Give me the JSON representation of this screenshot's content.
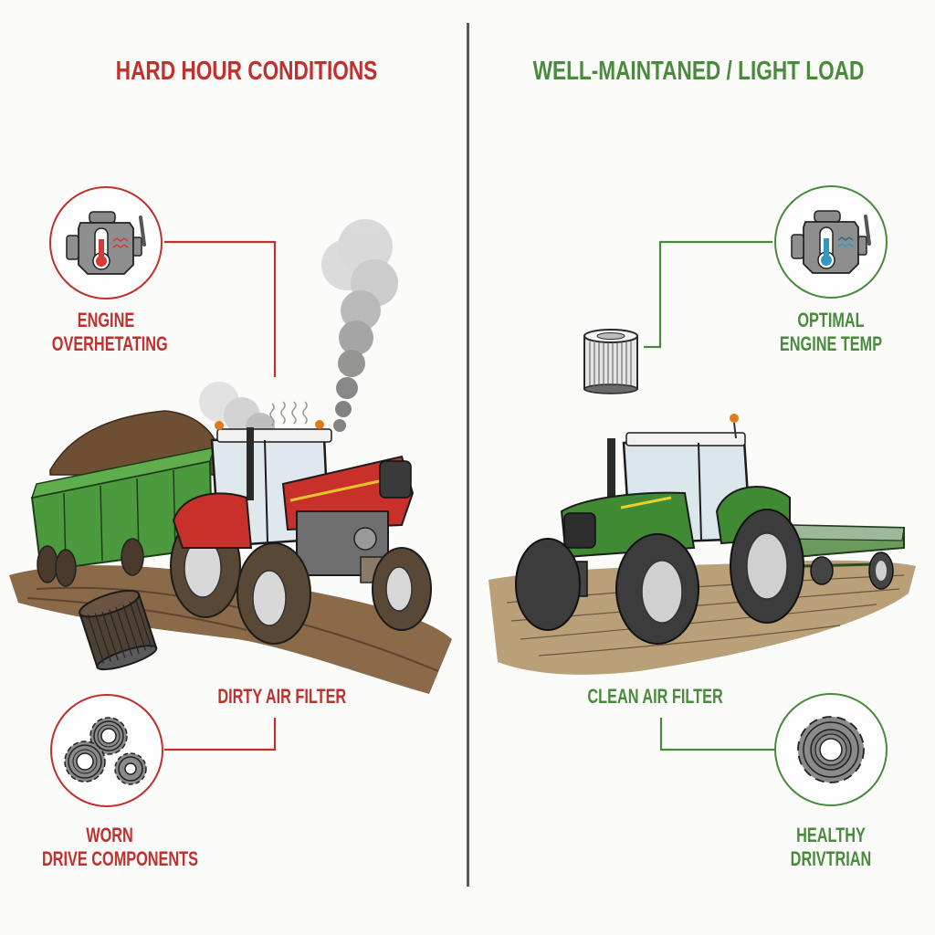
{
  "left_panel": {
    "title": "HARD HOUR CONDITIONS",
    "accent_color": "#c0302e",
    "callouts": [
      {
        "id": "engine",
        "icon": "engine-thermometer-hot-icon",
        "line1": "ENGINE",
        "line2": "OVERHETATING"
      },
      {
        "id": "air-filter",
        "icon": "dirty-air-filter-icon",
        "line1": "DIRTY AIR FILTER"
      },
      {
        "id": "drive",
        "icon": "worn-gears-icon",
        "line1": "WORN",
        "line2": "DRIVE COMPONENTS"
      }
    ],
    "illustration": "red-tractor-muddy-overloaded-trailer-smoke"
  },
  "right_panel": {
    "title": "WELL-MAINTANED / LIGHT LOAD",
    "accent_color": "#4a8a3c",
    "callouts": [
      {
        "id": "engine",
        "icon": "engine-thermometer-cool-icon",
        "line1": "OPTIMAL",
        "line2": "ENGINE TEMP"
      },
      {
        "id": "air-filter",
        "icon": "clean-air-filter-icon",
        "line1": "CLEAN AIR FILTER"
      },
      {
        "id": "drive",
        "icon": "single-gear-icon",
        "line1": "HEALTHY",
        "line2": "DRIVTRIAN"
      }
    ],
    "illustration": "green-tractor-clean-light-trailer"
  },
  "colors": {
    "divider": "#5a5a5a",
    "thermo_hot": "#d63a35",
    "thermo_cool": "#2e9ac4",
    "mud": "#8a6a48",
    "tractor_red": "#c8302a",
    "tractor_green": "#3f8a33",
    "trailer_green": "#4c9a3e"
  }
}
